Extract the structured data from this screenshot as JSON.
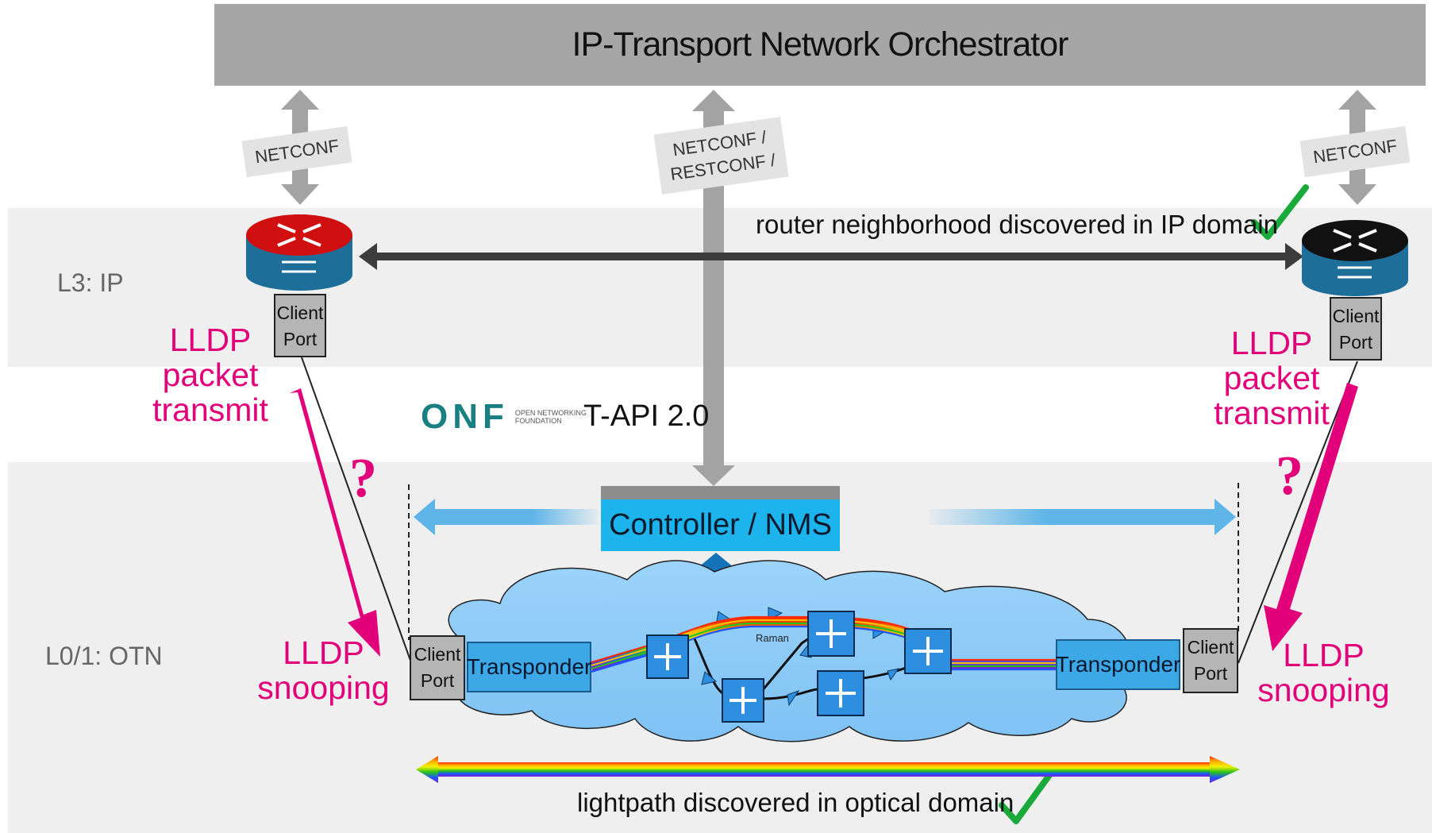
{
  "title": "IP-Transport Network Orchestrator",
  "layers": {
    "l3": "L3: IP",
    "otn": "L0/1: OTN"
  },
  "protocols": {
    "left": "NETCONF",
    "center_line1": "NETCONF /",
    "center_line2": "RESTCONF /",
    "right": "NETCONF"
  },
  "router_neighborhood": "router neighborhood discovered in IP domain",
  "client_port": {
    "line1": "Client",
    "line2": "Port"
  },
  "lldp_transmit": {
    "line1": "LLDP",
    "line2": "packet",
    "line3": "transmit"
  },
  "lldp_snoop": {
    "line1": "LLDP",
    "line2": "snooping"
  },
  "question_mark": "?",
  "onf": {
    "logo": "ONF",
    "line1": "OPEN NETWORKING",
    "line2": "FOUNDATION"
  },
  "tapi": "T-API 2.0",
  "controller": "Controller / NMS",
  "transponder": "Transponder",
  "raman": "Raman",
  "lightpath": "lightpath discovered in optical domain",
  "colors": {
    "magenta": "#e2007a",
    "controller": "#1db3ec",
    "cloud": "#8ccaf7",
    "check": "#1aaa3c",
    "router_left": "#d01010",
    "router_right": "#111111"
  }
}
